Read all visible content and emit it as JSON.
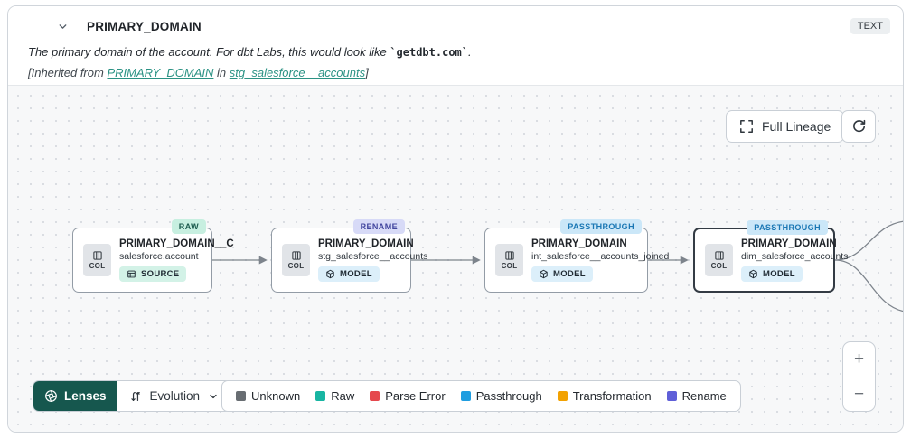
{
  "header": {
    "title": "PRIMARY_DOMAIN",
    "type_badge": "TEXT",
    "description": {
      "prefix": "The primary domain of the account. For dbt Labs, this would look like ",
      "code": "`getdbt.com`",
      "suffix": "."
    },
    "inherited": {
      "prefix": "[Inherited from ",
      "column_link": "PRIMARY_DOMAIN",
      "middle": " in ",
      "model_link": "stg_salesforce__accounts",
      "suffix": "]"
    }
  },
  "canvas": {
    "full_lineage_label": "Full Lineage",
    "zoom_in_label": "+",
    "zoom_out_label": "−"
  },
  "nodes": [
    {
      "tag": "RAW",
      "col_label": "COL",
      "title": "PRIMARY_DOMAIN__C",
      "subtitle": "salesforce.account",
      "resource": "SOURCE"
    },
    {
      "tag": "RENAME",
      "col_label": "COL",
      "title": "PRIMARY_DOMAIN",
      "subtitle": "stg_salesforce__accounts",
      "resource": "MODEL"
    },
    {
      "tag": "PASSTHROUGH",
      "col_label": "COL",
      "title": "PRIMARY_DOMAIN",
      "subtitle": "int_salesforce__accounts_joined",
      "resource": "MODEL"
    },
    {
      "tag": "PASSTHROUGH",
      "col_label": "COL",
      "title": "PRIMARY_DOMAIN",
      "subtitle": "dim_salesforce_accounts",
      "resource": "MODEL"
    }
  ],
  "footer": {
    "lenses_label": "Lenses",
    "lens_selected": "Evolution",
    "legend": [
      {
        "label": "Unknown",
        "color": "#686d72"
      },
      {
        "label": "Raw",
        "color": "#18b5a2"
      },
      {
        "label": "Parse Error",
        "color": "#e5484d"
      },
      {
        "label": "Passthrough",
        "color": "#1f9de0"
      },
      {
        "label": "Transformation",
        "color": "#f2a202"
      },
      {
        "label": "Rename",
        "color": "#5f5fd8"
      }
    ]
  }
}
